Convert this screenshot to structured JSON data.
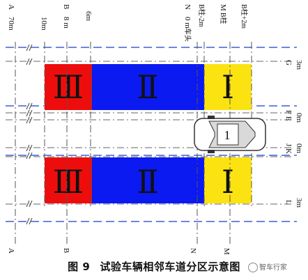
{
  "zones": {
    "top": {
      "roman_III": "Ⅲ",
      "roman_II": "Ⅱ",
      "roman_I": "Ⅰ"
    },
    "bottom": {
      "roman_III": "Ⅲ",
      "roman_II": "Ⅱ",
      "roman_I": "Ⅰ"
    }
  },
  "colors": {
    "zone_III": "#ee0d0d",
    "zone_II": "#0a1af0",
    "zone_I": "#fbe312",
    "blue_dashes": "#3f5fd4",
    "gray_dashes": "#666666"
  },
  "vehicle": {
    "label": "1"
  },
  "top_labels": {
    "A": "A",
    "A_dist": "70m",
    "ten_m": "10m",
    "B": "B",
    "B_dist": "8 m",
    "six_m": "6m",
    "N": "N",
    "N_dist": "0 m",
    "N_note": "车头",
    "M": "M",
    "M_note": "B柱",
    "B_minus": "B柱-2m",
    "B_plus": "B柱+2m"
  },
  "bottom_labels": {
    "A": "A",
    "B": "B",
    "N": "N",
    "M": "M"
  },
  "right_labels": {
    "G": "G",
    "G_dist": "3m",
    "FE": "F E",
    "FE_dist": "0m",
    "JK": "J K",
    "JK_dist": "0m",
    "L": "L",
    "L_dist": "3m"
  },
  "caption": {
    "number": "图 9",
    "text": "试验车辆相邻车道分区示意图"
  },
  "watermark": {
    "text": "智车行家"
  }
}
